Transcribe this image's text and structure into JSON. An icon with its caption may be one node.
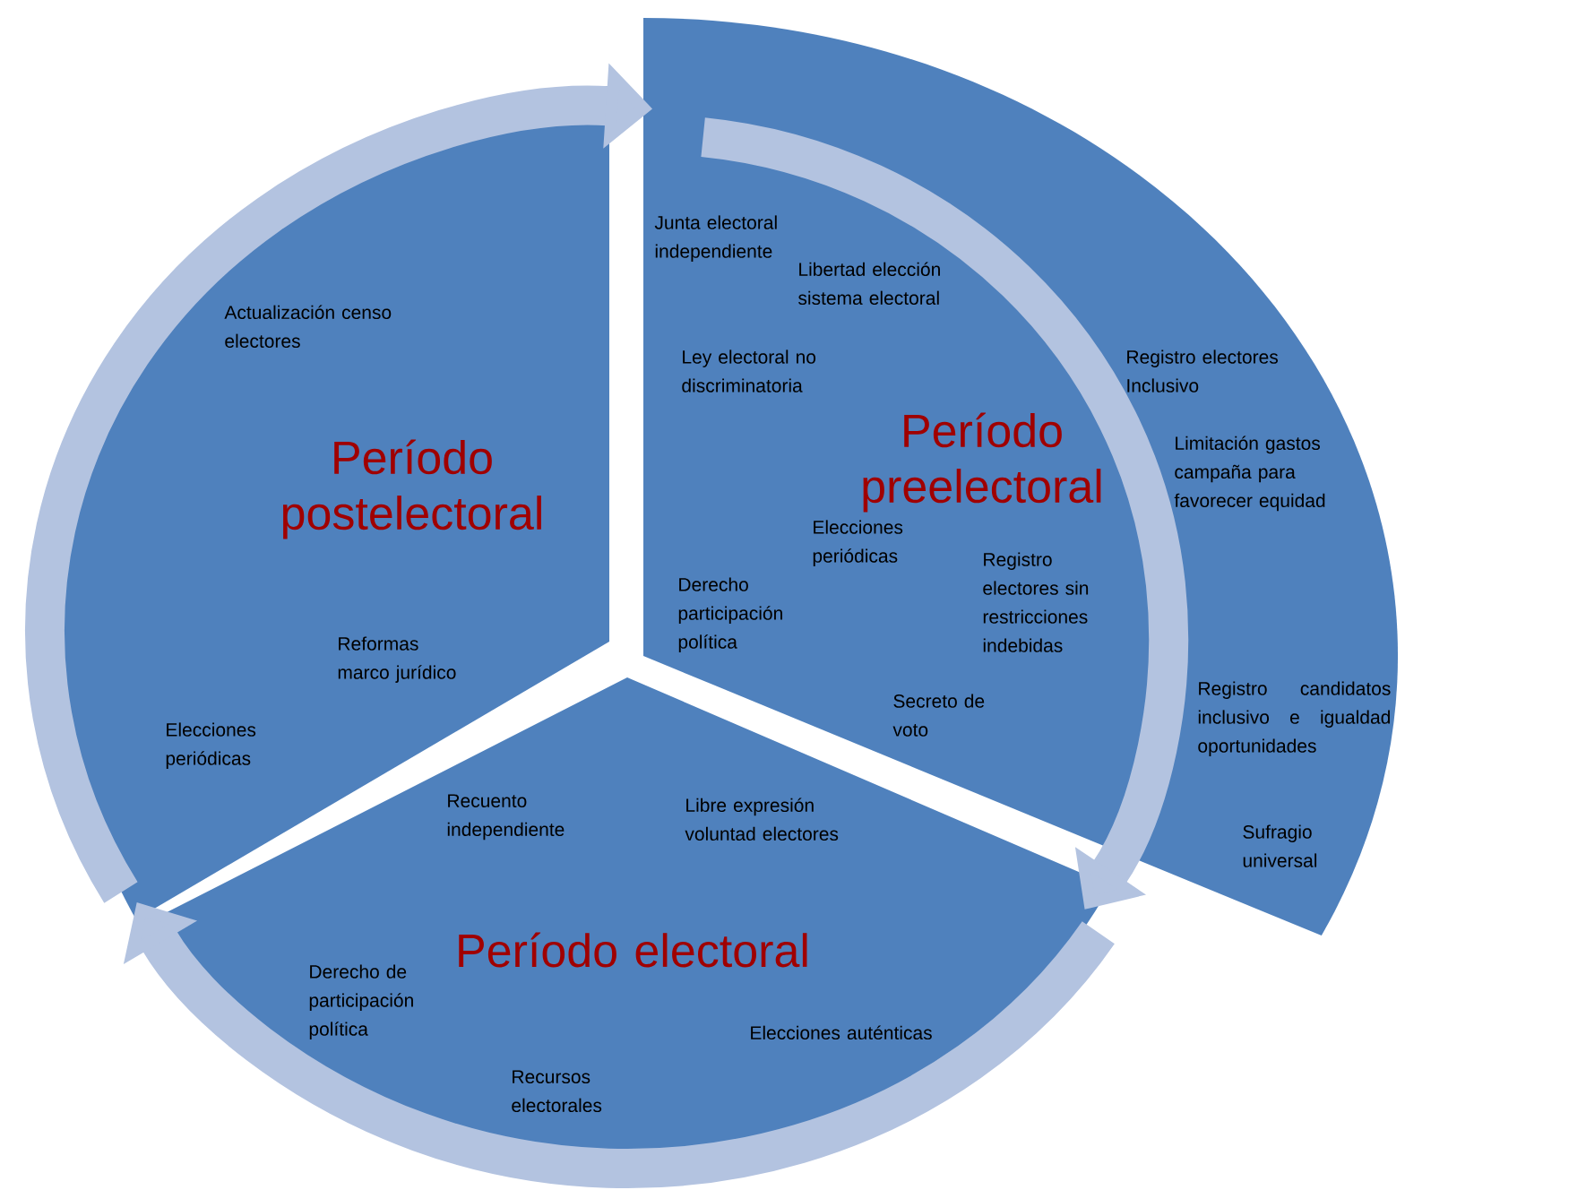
{
  "diagram": {
    "nodes": [
      {
        "text": [
          "Actualización censo electores",
          "Período postelectoral",
          "Reformas marco jurídico",
          "Elecciones periódicas"
        ]
      },
      {
        "text": [
          "Junta electoral independiente",
          "Libertad elección sistema electoral",
          "Ley electoral no discriminatoria",
          "Registro electores Inclusivo",
          "Período preelectoral",
          "Limitación gastos campaña para favorecer equidad",
          "Elecciones periódicas",
          "Derecho participación política",
          "Registro electores sin restricciones indebidas",
          "Secreto de voto",
          "Registro candidatos inclusivo e igualdad oportunidades",
          "Sufragio universal"
        ]
      },
      {
        "text": [
          "Recuento independiente",
          "Libre expresión voluntad electores",
          "Período electoral",
          "Derecho de participación política",
          "Elecciones auténticas",
          "Recursos electorales"
        ]
      }
    ],
    "edges": [
      {
        "from": 0,
        "to": 1,
        "arrow": "to"
      },
      {
        "from": 1,
        "to": 2,
        "arrow": "to"
      },
      {
        "from": 2,
        "to": 0,
        "arrow": "to"
      }
    ]
  }
}
